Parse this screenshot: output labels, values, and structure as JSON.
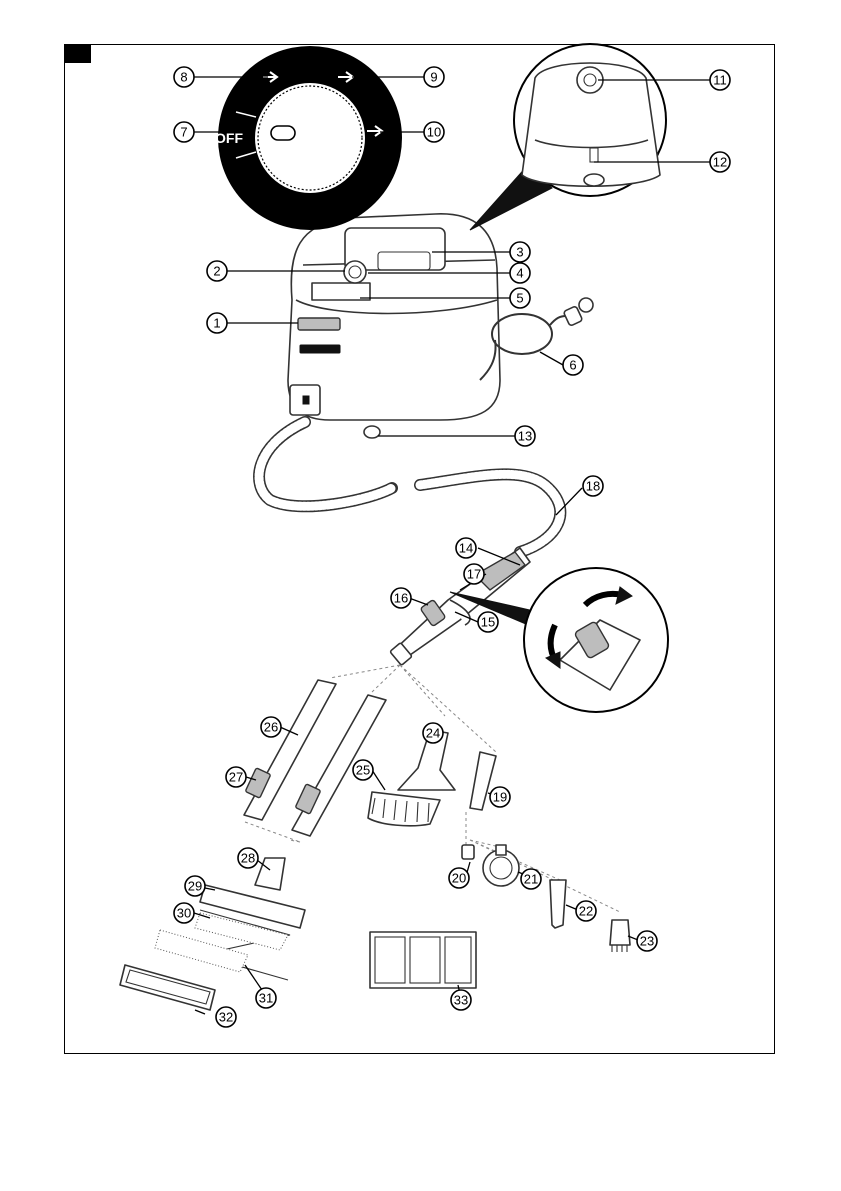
{
  "dial": {
    "off_label": "OFF"
  },
  "callouts": [
    {
      "num": "1",
      "name": "steam-boiler-body"
    },
    {
      "num": "2",
      "name": "steam-regulator-knob"
    },
    {
      "num": "3",
      "name": "water-tank-lid"
    },
    {
      "num": "4",
      "name": "knob-indicator"
    },
    {
      "num": "5",
      "name": "control-panel"
    },
    {
      "num": "6",
      "name": "power-cable"
    },
    {
      "num": "7",
      "name": "dial-off-position"
    },
    {
      "num": "8",
      "name": "dial-low-steam"
    },
    {
      "num": "9",
      "name": "dial-medium-steam"
    },
    {
      "num": "10",
      "name": "dial-high-steam"
    },
    {
      "num": "11",
      "name": "safety-cap"
    },
    {
      "num": "12",
      "name": "hose-holder"
    },
    {
      "num": "13",
      "name": "castor-wheel"
    },
    {
      "num": "14",
      "name": "steam-gun"
    },
    {
      "num": "15",
      "name": "steam-trigger"
    },
    {
      "num": "16",
      "name": "release-button"
    },
    {
      "num": "17",
      "name": "child-lock-switch"
    },
    {
      "num": "18",
      "name": "steam-hose"
    },
    {
      "num": "19",
      "name": "detail-nozzle"
    },
    {
      "num": "20",
      "name": "nozzle-adapter"
    },
    {
      "num": "21",
      "name": "round-brush"
    },
    {
      "num": "22",
      "name": "power-nozzle"
    },
    {
      "num": "23",
      "name": "small-brush"
    },
    {
      "num": "24",
      "name": "hand-nozzle"
    },
    {
      "num": "25",
      "name": "hand-brush"
    },
    {
      "num": "26",
      "name": "extension-tube"
    },
    {
      "num": "27",
      "name": "tube-release-button"
    },
    {
      "num": "28",
      "name": "floor-nozzle-joint"
    },
    {
      "num": "29",
      "name": "floor-nozzle"
    },
    {
      "num": "30",
      "name": "microfibre-floor-cloth"
    },
    {
      "num": "31",
      "name": "abrasive-cloth"
    },
    {
      "num": "32",
      "name": "carpet-glider"
    },
    {
      "num": "33",
      "name": "cloth-pack"
    }
  ]
}
